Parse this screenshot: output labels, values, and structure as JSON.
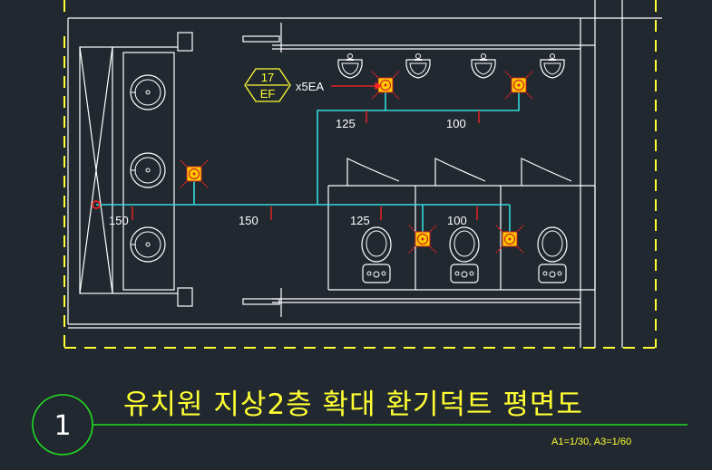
{
  "tag": {
    "number": "17",
    "code": "EF",
    "qty": "x5EA"
  },
  "dims": {
    "upper_left": "125",
    "upper_right": "100",
    "main_left": "150",
    "main_mid": "150",
    "stall_left": "125",
    "stall_right": "100"
  },
  "title": {
    "number": "1",
    "text": "유치원 지상2층 확대 환기덕트 평면도",
    "scale": "A1=1/30, A3=1/60"
  },
  "colors": {
    "background": "#212830",
    "wall": "#ffffff",
    "duct": "#33dddd",
    "fan_fill": "#ffcc00",
    "fan_ring": "#cc2222",
    "arrow": "#ff2222",
    "dashed_boundary": "#ffff33",
    "title_text": "#ffff33",
    "title_rule": "#22dd22"
  }
}
